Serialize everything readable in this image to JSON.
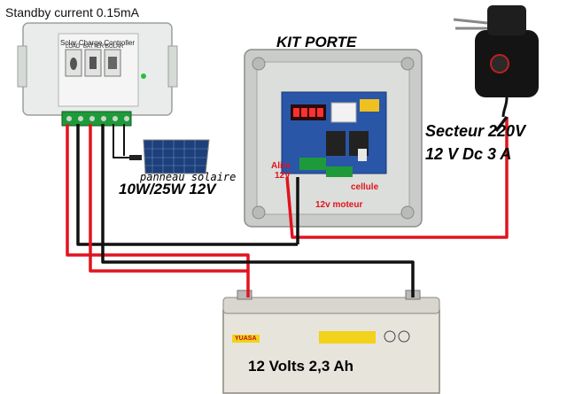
{
  "labels": {
    "standby": "Standby current 0.15mA",
    "kit_title": "KIT PORTE",
    "secteur_line1": "Secteur 220V",
    "secteur_line2": "12 V Dc   3 A",
    "panel_caption": "panneau solaire",
    "panel_power": "10W/25W 12V",
    "battery_caption": "12 Volts 2,3 Ah",
    "alim_line1": "Alim",
    "alim_line2": "12V",
    "cellule": "cellule",
    "moteur": "12v moteur"
  },
  "controller": {
    "title": "Solar Charge Controller",
    "slots": [
      "LOAD",
      "BATTERY",
      "SOLAR"
    ]
  },
  "battery": {
    "brand": "YUASA"
  },
  "colors": {
    "wire_red": "#e0141e",
    "wire_black": "#111111",
    "controller_body": "#e9ecea",
    "terminal_green": "#1f9a3a",
    "box_grey": "#c9ccc9",
    "pcb_blue": "#2a56a8",
    "battery_body": "#e7e4dc"
  }
}
